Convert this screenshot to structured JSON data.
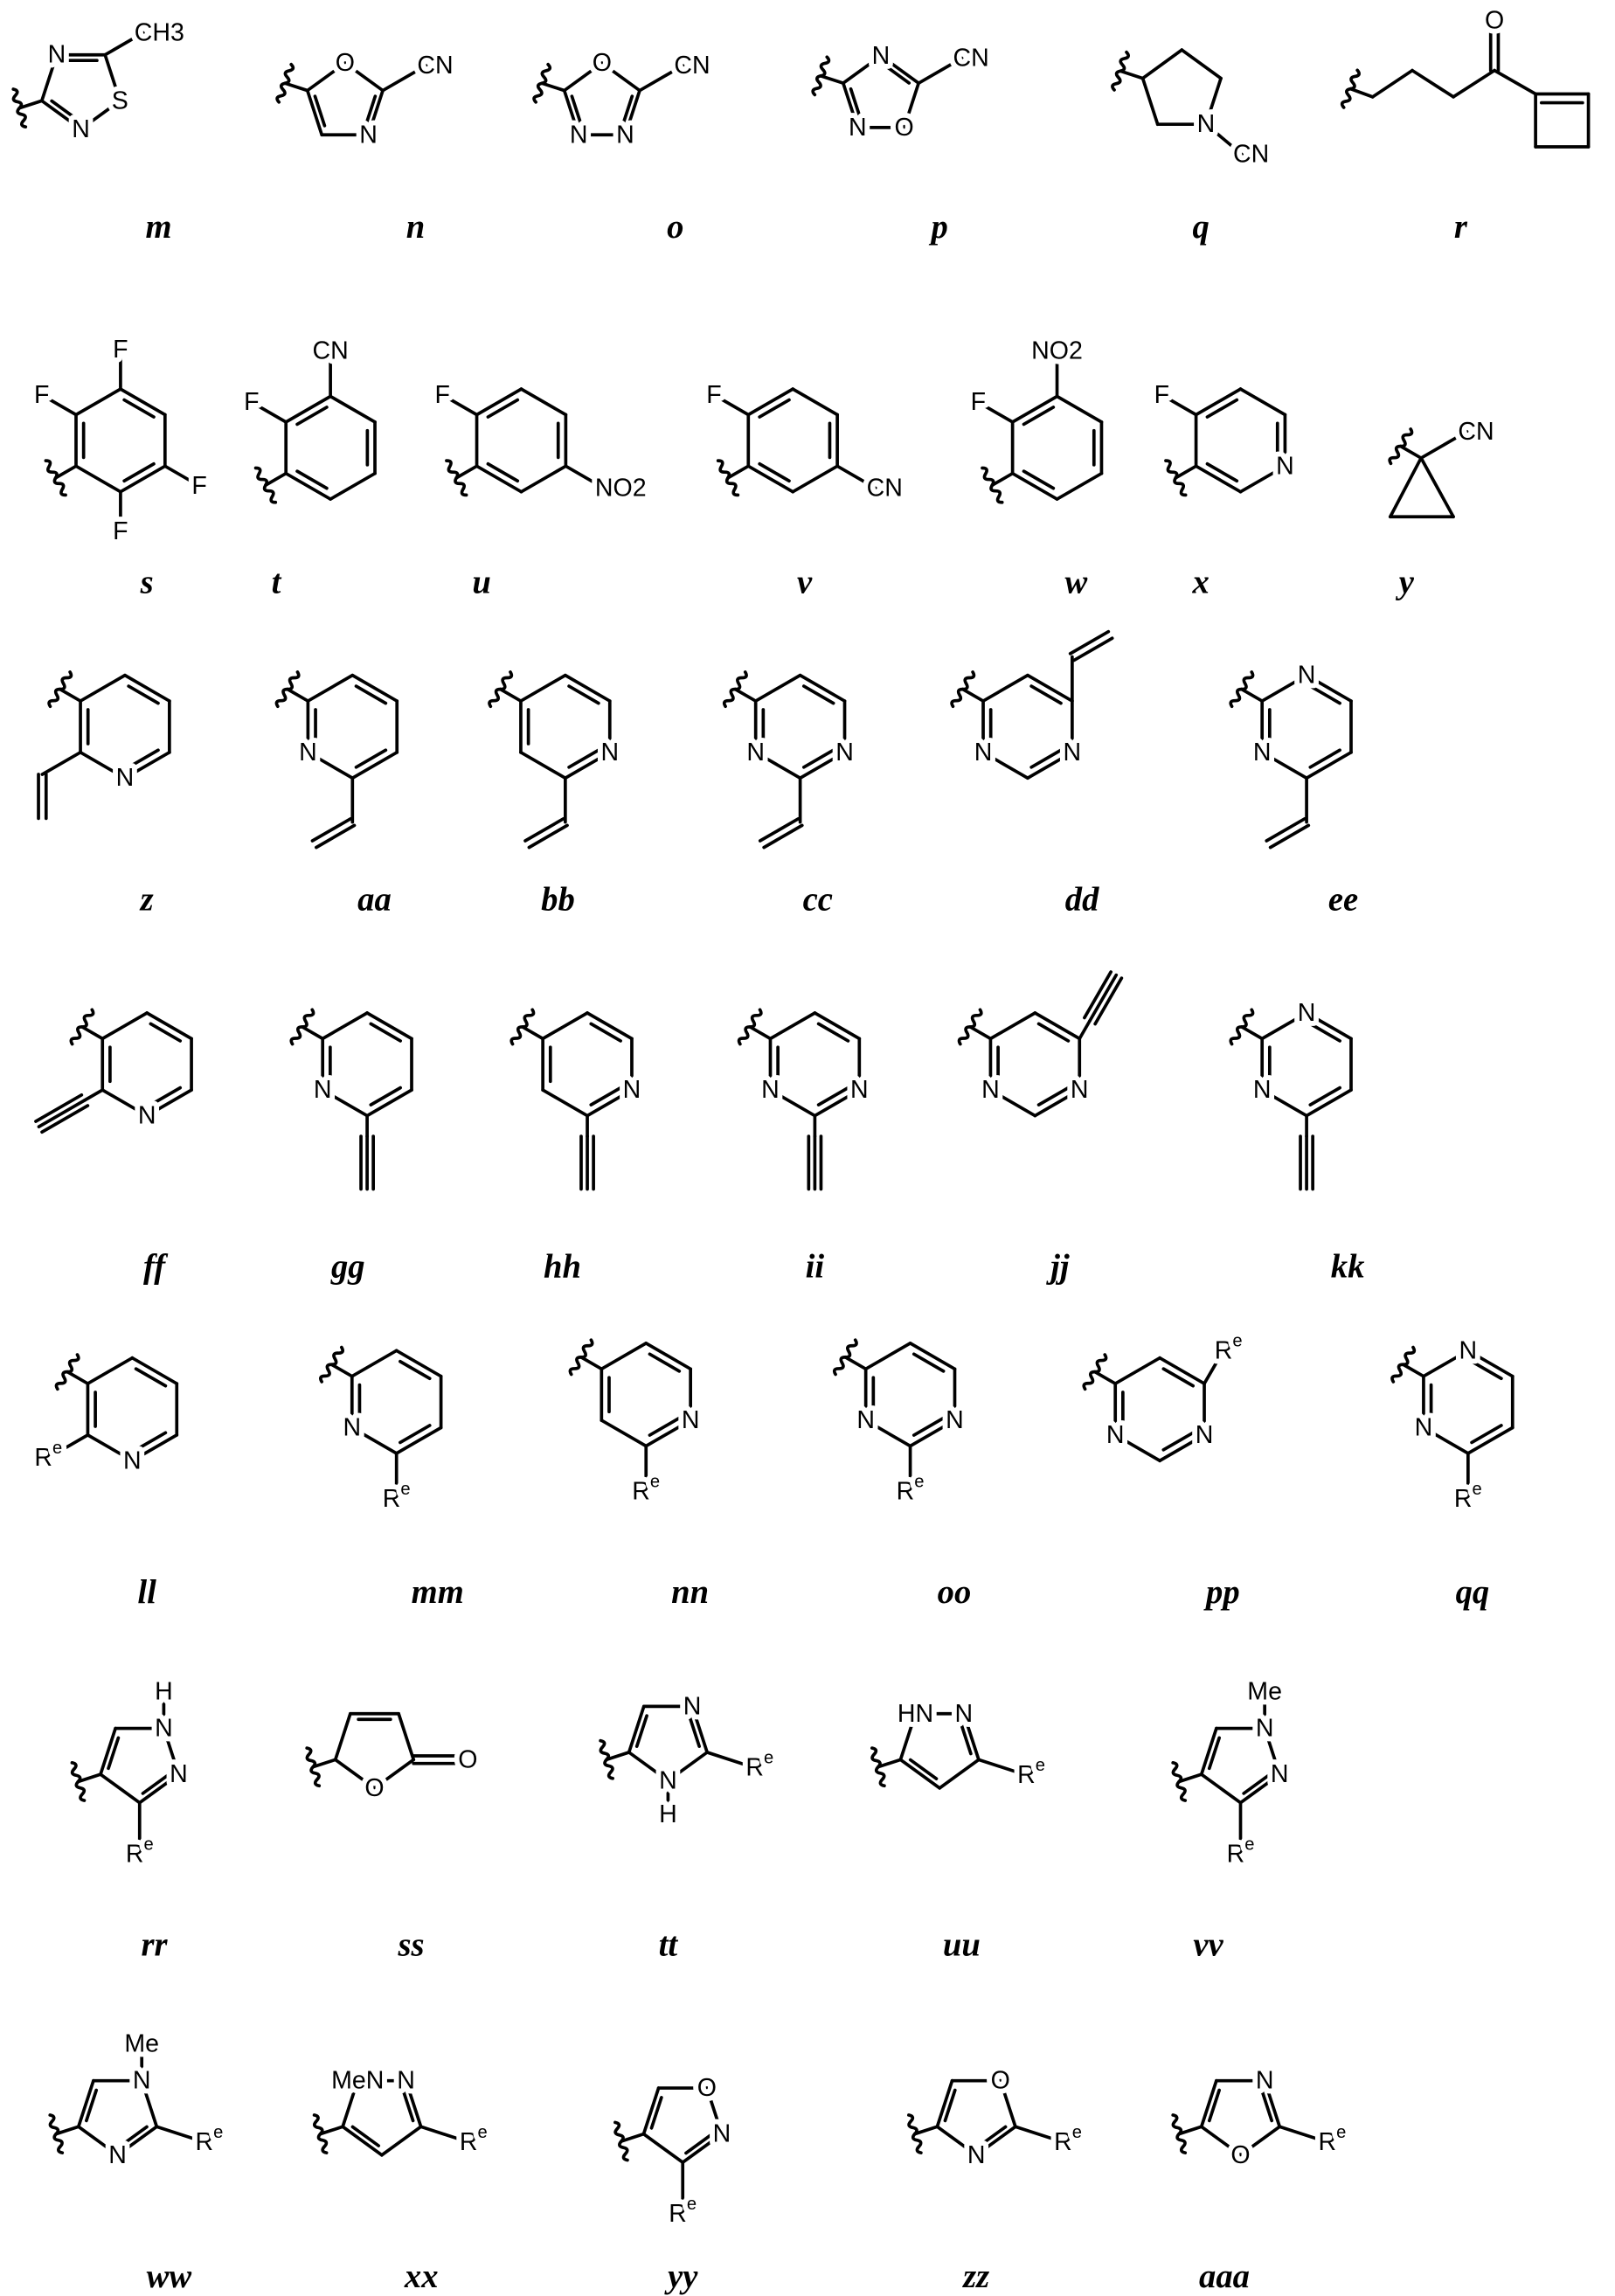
{
  "structures": [
    {
      "label": "m",
      "atoms": [
        "N",
        "S",
        "N",
        "CH3"
      ]
    },
    {
      "label": "n",
      "atoms": [
        "O",
        "N",
        "CN"
      ]
    },
    {
      "label": "o",
      "atoms": [
        "O",
        "N",
        "N",
        "CN"
      ]
    },
    {
      "label": "p",
      "atoms": [
        "N",
        "O",
        "N",
        "CN"
      ]
    },
    {
      "label": "q",
      "atoms": [
        "N",
        "CN"
      ]
    },
    {
      "label": "r",
      "atoms": [
        "O"
      ]
    },
    {
      "label": "s",
      "atoms": [
        "F",
        "F",
        "F",
        "F"
      ]
    },
    {
      "label": "t",
      "atoms": [
        "CN",
        "F"
      ]
    },
    {
      "label": "u",
      "atoms": [
        "F",
        "NO2"
      ]
    },
    {
      "label": "v",
      "atoms": [
        "F",
        "CN"
      ]
    },
    {
      "label": "w",
      "atoms": [
        "NO2",
        "F"
      ]
    },
    {
      "label": "x",
      "atoms": [
        "F",
        "N"
      ]
    },
    {
      "label": "y",
      "atoms": [
        "CN"
      ]
    },
    {
      "label": "z",
      "atoms": [
        "N"
      ]
    },
    {
      "label": "aa",
      "atoms": [
        "N"
      ]
    },
    {
      "label": "bb",
      "atoms": [
        "N"
      ]
    },
    {
      "label": "cc",
      "atoms": [
        "N",
        "N"
      ]
    },
    {
      "label": "dd",
      "atoms": [
        "N",
        "N"
      ]
    },
    {
      "label": "ee",
      "atoms": [
        "N",
        "N"
      ]
    },
    {
      "label": "ff",
      "atoms": [
        "N"
      ]
    },
    {
      "label": "gg",
      "atoms": [
        "N"
      ]
    },
    {
      "label": "hh",
      "atoms": [
        "N"
      ]
    },
    {
      "label": "ii",
      "atoms": [
        "N",
        "N"
      ]
    },
    {
      "label": "jj",
      "atoms": [
        "N",
        "N"
      ]
    },
    {
      "label": "kk",
      "atoms": [
        "N",
        "N"
      ]
    },
    {
      "label": "ll",
      "atoms": [
        "N",
        "Re"
      ]
    },
    {
      "label": "mm",
      "atoms": [
        "N",
        "Re"
      ]
    },
    {
      "label": "nn",
      "atoms": [
        "N",
        "Re"
      ]
    },
    {
      "label": "oo",
      "atoms": [
        "N",
        "N",
        "Re"
      ]
    },
    {
      "label": "pp",
      "atoms": [
        "N",
        "N",
        "Re"
      ]
    },
    {
      "label": "qq",
      "atoms": [
        "N",
        "N",
        "Re"
      ]
    },
    {
      "label": "rr",
      "atoms": [
        "H",
        "N",
        "N",
        "Re"
      ]
    },
    {
      "label": "ss",
      "atoms": [
        "O",
        "O"
      ]
    },
    {
      "label": "tt",
      "atoms": [
        "N",
        "N",
        "H",
        "Re"
      ]
    },
    {
      "label": "uu",
      "atoms": [
        "HN",
        "N",
        "Re"
      ]
    },
    {
      "label": "vv",
      "atoms": [
        "Me",
        "N",
        "N",
        "Re"
      ]
    },
    {
      "label": "ww",
      "atoms": [
        "Me",
        "N",
        "N",
        "Re"
      ]
    },
    {
      "label": "xx",
      "atoms": [
        "MeN",
        "N",
        "Re"
      ]
    },
    {
      "label": "yy",
      "atoms": [
        "O",
        "N",
        "Re"
      ]
    },
    {
      "label": "zz",
      "atoms": [
        "O",
        "N",
        "Re"
      ]
    },
    {
      "label": "aaa",
      "atoms": [
        "N",
        "O",
        "Re"
      ]
    }
  ]
}
